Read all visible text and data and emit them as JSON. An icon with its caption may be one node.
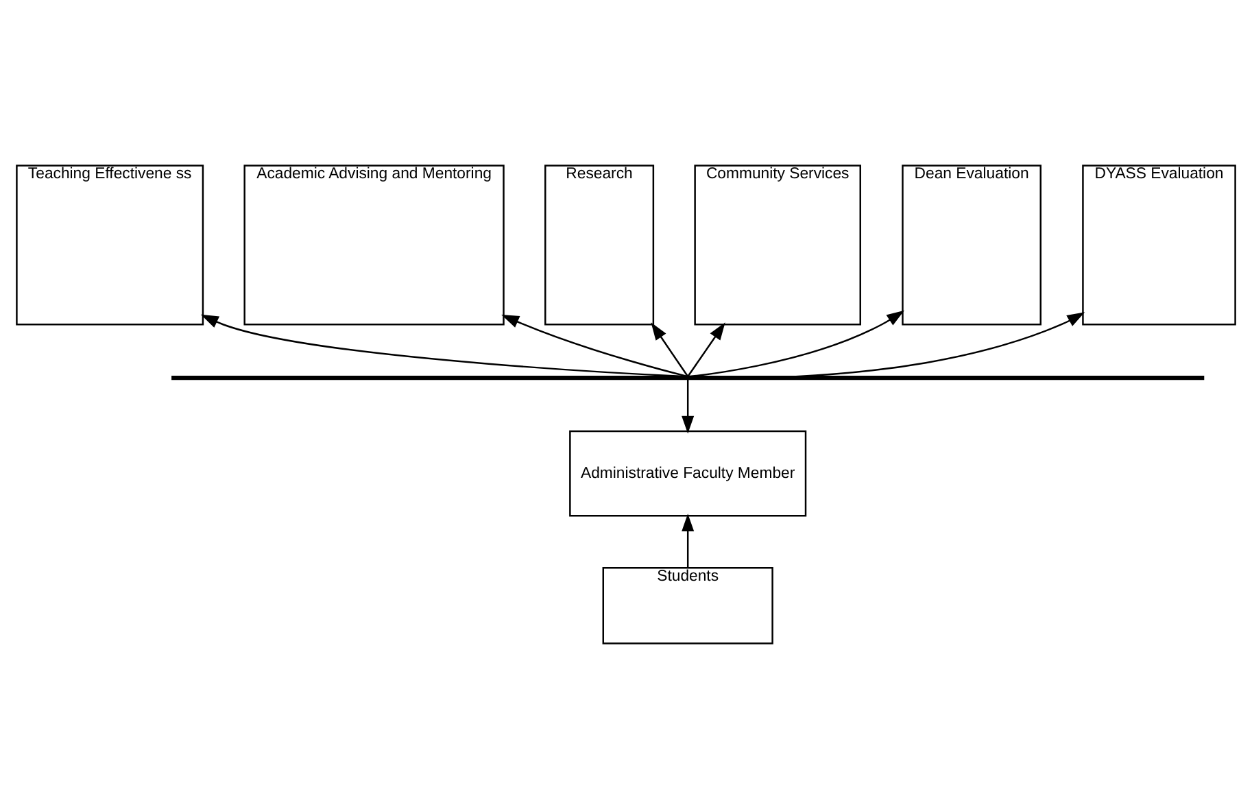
{
  "diagram": {
    "nodes": [
      {
        "text": [
          "Teaching Effectivene ss"
        ]
      },
      {
        "text": [
          "Academic Advising and Mentoring"
        ]
      },
      {
        "text": [
          "Research"
        ]
      },
      {
        "text": [
          "Community Services"
        ]
      },
      {
        "text": [
          "Dean Evaluation"
        ]
      },
      {
        "text": [
          "DYASS Evaluation"
        ]
      },
      {
        "text": [],
        "shape": "bar"
      },
      {
        "text": [
          "Administrative Faculty Member"
        ]
      },
      {
        "text": [
          "Students"
        ]
      }
    ],
    "edges": [
      {
        "from": 6,
        "to": 0,
        "arrow": "to"
      },
      {
        "from": 6,
        "to": 1,
        "arrow": "to"
      },
      {
        "from": 6,
        "to": 2,
        "arrow": "to"
      },
      {
        "from": 6,
        "to": 3,
        "arrow": "to"
      },
      {
        "from": 6,
        "to": 4,
        "arrow": "to"
      },
      {
        "from": 6,
        "to": 5,
        "arrow": "to"
      },
      {
        "from": 6,
        "to": 7,
        "arrow": "to"
      },
      {
        "from": 8,
        "to": 7,
        "arrow": "to"
      }
    ]
  }
}
